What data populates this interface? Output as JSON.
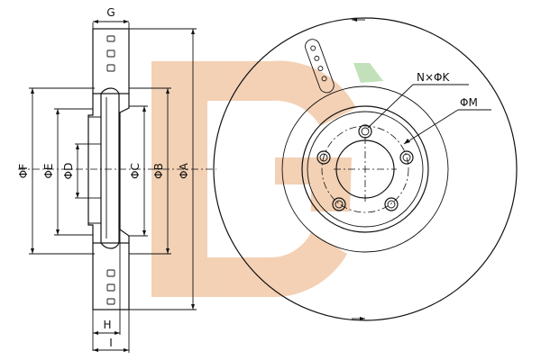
{
  "dimensions": {
    "G": "G",
    "F": "ΦF",
    "E": "ΦE",
    "D": "ΦD",
    "C": "ΦC",
    "B": "ΦB",
    "A": "ΦA",
    "H": "H",
    "I": "I",
    "NK": "N×ΦK",
    "M": "ΦM"
  },
  "watermark": {
    "orange": "#f2c9a8",
    "green": "#b8dcb0"
  },
  "colors": {
    "line": "#111111"
  }
}
